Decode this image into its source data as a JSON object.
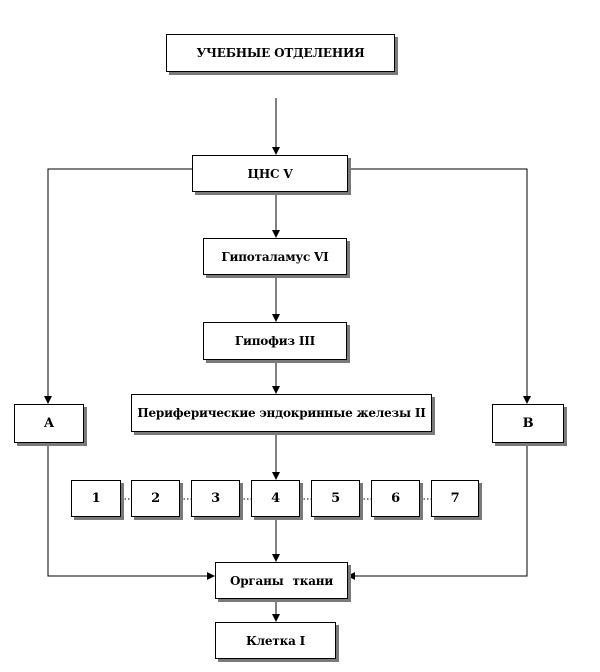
{
  "diagram": {
    "nodes": {
      "study_departments": "УЧЕБНЫЕ ОТДЕЛЕНИЯ",
      "cns": "ЦНС V",
      "hypothalamus": "Гипоталамус VI",
      "pituitary": "Гипофиз III",
      "peripheral_glands": "Периферические эндокринные железы II",
      "side_a": "А",
      "side_b": "В",
      "numbered": [
        "1",
        "2",
        "3",
        "4",
        "5",
        "6",
        "7"
      ],
      "organs_tissues": "Органы ткани",
      "cell": "Клетка I"
    }
  }
}
